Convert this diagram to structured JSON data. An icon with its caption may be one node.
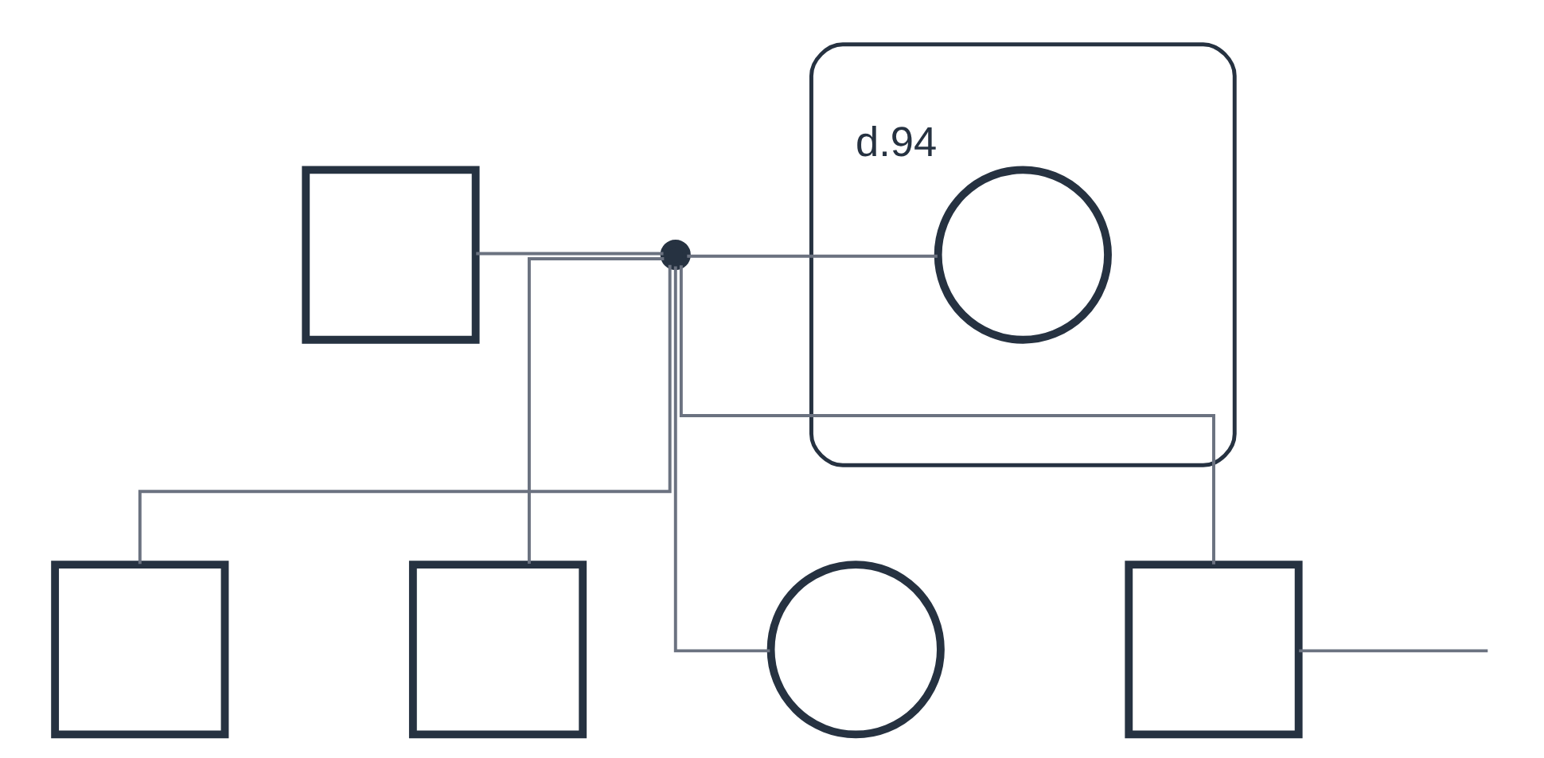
{
  "diagram": {
    "nodes": [
      {
        "text": [],
        "shape": "box"
      },
      {
        "text": [],
        "shape": "dot"
      },
      {
        "text": [],
        "shape": "ellipse"
      },
      {
        "text": [],
        "shape": "circle",
        "in": 2,
        "beside": [
          "d.94"
        ]
      },
      {
        "text": [],
        "shape": "box"
      },
      {
        "text": [],
        "shape": "box"
      },
      {
        "text": [],
        "shape": "circle"
      },
      {
        "text": [],
        "shape": "box"
      }
    ],
    "edges": [
      {
        "from": 0,
        "to": 1,
        "arrow": "none"
      },
      {
        "from": 1,
        "to": 3,
        "arrow": "none"
      },
      {
        "from": 1,
        "to": 4,
        "arrow": "none"
      },
      {
        "from": 1,
        "to": 5,
        "arrow": "none"
      },
      {
        "from": 1,
        "to": 6,
        "arrow": "none"
      },
      {
        "from": 1,
        "to": 7,
        "arrow": "none"
      },
      {
        "from": 7,
        "to": null,
        "arrow": "none"
      }
    ]
  }
}
